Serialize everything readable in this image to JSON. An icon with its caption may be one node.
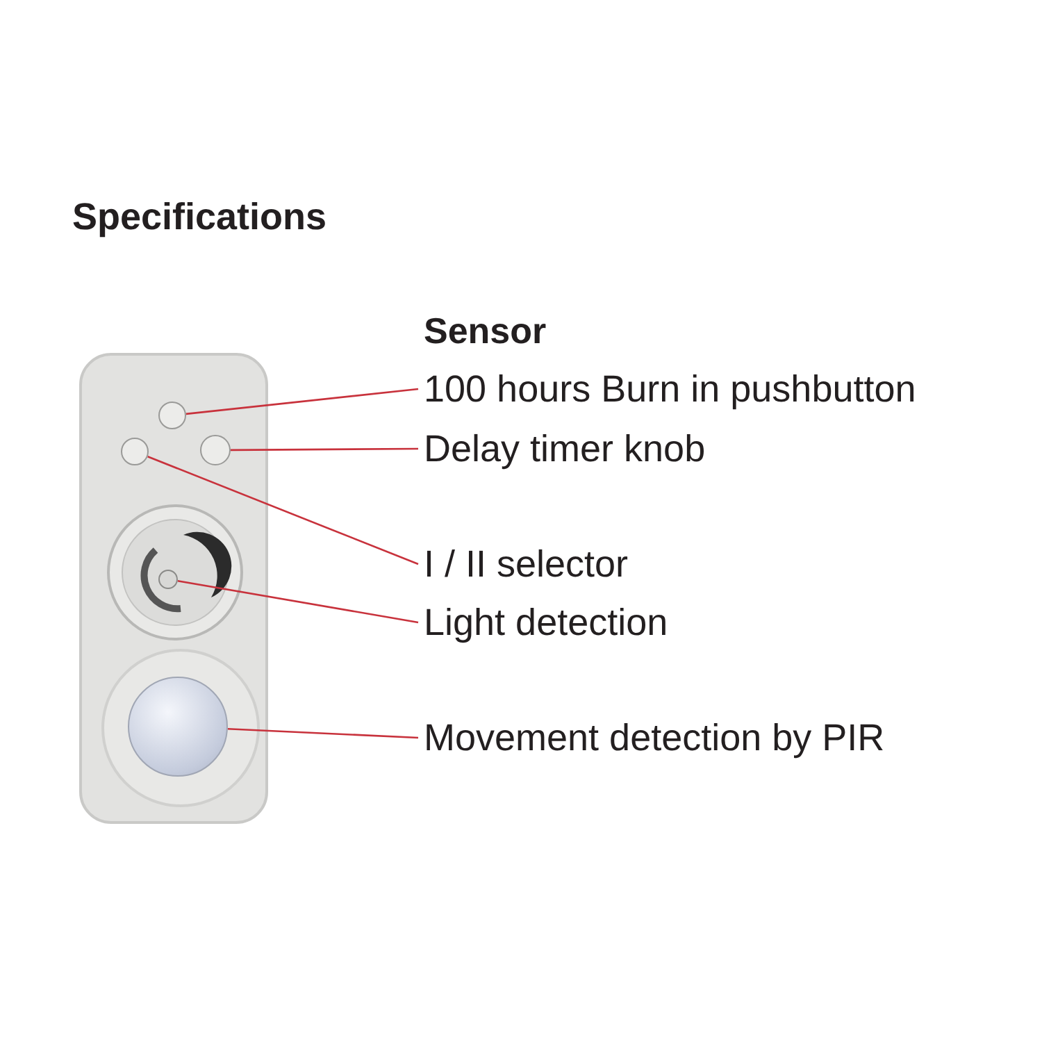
{
  "diagram": {
    "title": "Specifications",
    "nodes": [
      {
        "text": [
          "100 hours Burn in pushbutton"
        ]
      },
      {
        "text": [
          "Delay timer knob"
        ]
      },
      {
        "text": [
          "I / II selector"
        ]
      },
      {
        "text": [
          "Light detection"
        ]
      },
      {
        "text": [
          "Movement detection by PIR"
        ]
      },
      {
        "text": [],
        "shape": "circle"
      },
      {
        "text": [],
        "shape": "circle"
      },
      {
        "text": [],
        "shape": "circle"
      },
      {
        "text": [],
        "shape": "circle"
      },
      {
        "text": [],
        "shape": "circle"
      }
    ],
    "edges": [
      {
        "from": 0,
        "to": 5,
        "arrow": "none",
        "color": "#c8323c"
      },
      {
        "from": 1,
        "to": 6,
        "arrow": "none",
        "color": "#c8323c"
      },
      {
        "from": 2,
        "to": 7,
        "arrow": "none",
        "color": "#c8323c"
      },
      {
        "from": 3,
        "to": 8,
        "arrow": "none",
        "color": "#c8323c"
      },
      {
        "from": 4,
        "to": 9,
        "arrow": "none",
        "color": "#c8323c"
      }
    ],
    "labels": [
      "Sensor"
    ]
  }
}
